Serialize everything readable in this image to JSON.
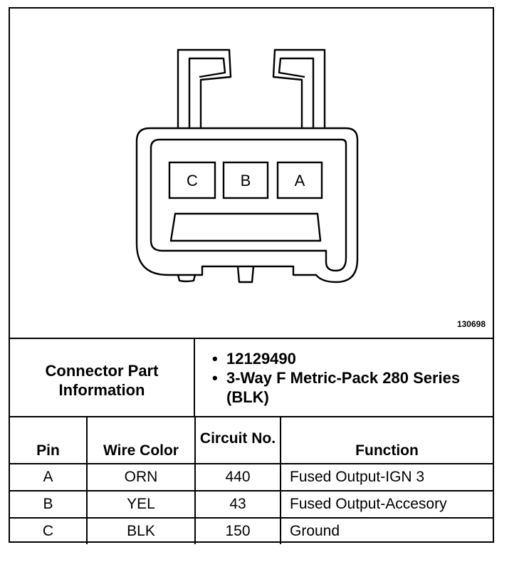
{
  "figure_id": "130698",
  "connector": {
    "pins": [
      {
        "letter": "C"
      },
      {
        "letter": "B"
      },
      {
        "letter": "A"
      }
    ]
  },
  "info": {
    "label": "Connector Part Information",
    "items": [
      "12129490",
      "3-Way F Metric-Pack 280 Series (BLK)"
    ]
  },
  "table": {
    "headers": {
      "pin": "Pin",
      "wire_color": "Wire Color",
      "circuit": "Circuit No.",
      "function": "Function"
    },
    "rows": [
      {
        "pin": "A",
        "wire_color": "ORN",
        "circuit": "440",
        "function": "Fused Output-IGN 3"
      },
      {
        "pin": "B",
        "wire_color": "YEL",
        "circuit": "43",
        "function": "Fused Output-Accesory"
      },
      {
        "pin": "C",
        "wire_color": "BLK",
        "circuit": "150",
        "function": "Ground"
      }
    ]
  }
}
